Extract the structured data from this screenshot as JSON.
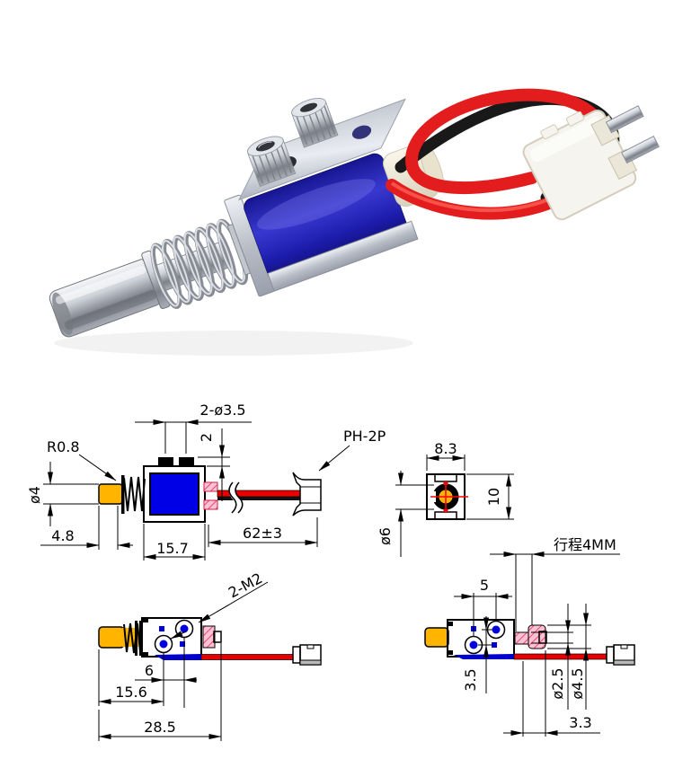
{
  "meta": {
    "description": "Mini push-pull solenoid electromagnet: product photo above, dimensioned engineering drawings below",
    "background": "#ffffff"
  },
  "photo": {
    "alt": "Push-pull solenoid with spring-loaded chrome plunger, silver frame, blue coil, red and black lead wires and white 2-pin plug",
    "colors": {
      "metal": "#c3c8d1",
      "coil_blue": "#2323b4",
      "wire_red": "#e31d1d",
      "wire_black": "#191919",
      "connector_white": "#f6f4ee",
      "nylon_cap": "#f2ecd9"
    }
  },
  "drawings": {
    "line_color": "#000000",
    "fill_colors": {
      "plunger_yellow": "#ffb400",
      "coil_blue": "#0000e6",
      "wire_red": "#e80000",
      "hole_blue": "#0000dd",
      "hatch_pink": "#ffc2d4"
    },
    "side_view": {
      "labels": {
        "tip_radius": "R0.8",
        "plunger_diameter": "ø4",
        "mount_holes": "2-ø3.5",
        "hole_offset": "2",
        "plunger_extension": "4.8",
        "body_length": "15.7",
        "lead_length": "62±3",
        "connector_type": "PH-2P"
      }
    },
    "front_view": {
      "labels": {
        "body_width": "8.3",
        "body_height": "10",
        "boss_diameter": "ø6"
      }
    },
    "top_view": {
      "labels": {
        "thread_spec": "2-M2",
        "hole_spacing_x": "6",
        "hole_to_tip": "15.6",
        "overall_length": "28.5"
      }
    },
    "stroke_view": {
      "labels": {
        "stroke": "行程4MM",
        "hole_spacing": "5",
        "hole_offset_y": "3.5",
        "tail_stem_diameter": "ø2.5",
        "tail_head_diameter": "ø4.5",
        "tail_length": "3.3"
      }
    }
  }
}
